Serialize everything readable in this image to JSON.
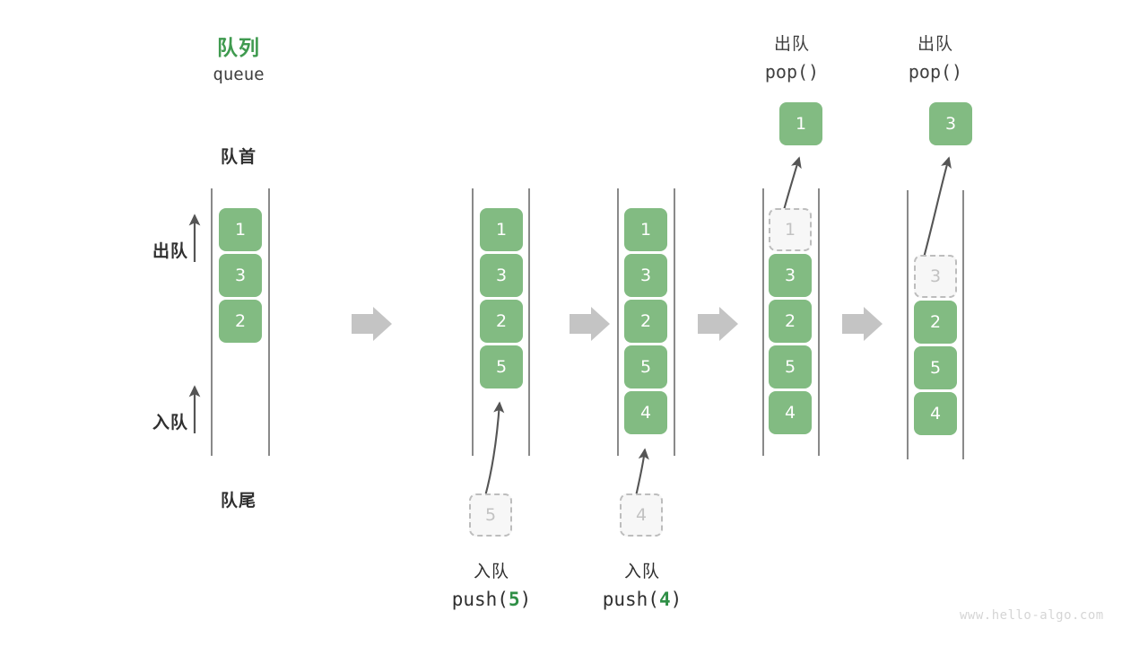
{
  "diagram": {
    "title_cn": "队列",
    "title_en": "queue",
    "front_label": "队首",
    "rear_label": "队尾",
    "dequeue_label": "出队",
    "enqueue_label": "入队",
    "watermark": "www.hello-algo.com",
    "colors": {
      "cell_fill": "#82bb82",
      "cell_text": "#ffffff",
      "ghost_fill": "#f7f7f7",
      "ghost_border": "#bdbdbd",
      "ghost_text": "#c2c2c2",
      "title_green": "#3f9a4f",
      "accent_green": "#2f8f46",
      "rail": "#4a4a4a",
      "flow_arrow": "#c4c4c4",
      "op_arrow": "#555555",
      "text": "#2f2f2f",
      "watermark": "#d5d5d5"
    }
  },
  "steps": [
    {
      "id": "state-initial",
      "head_cn": "",
      "head_code": "",
      "cells": [
        "1",
        "3",
        "2"
      ],
      "ghost_index": -1,
      "caption_cn": "",
      "caption_code_prefix": "",
      "caption_code_value": "",
      "caption_code_suffix": "",
      "floating_value": "",
      "popped_value": ""
    },
    {
      "id": "state-after-push-5",
      "head_cn": "",
      "head_code": "",
      "cells": [
        "1",
        "3",
        "2",
        "5"
      ],
      "ghost_index": -1,
      "caption_cn": "入队",
      "caption_code_prefix": "push(",
      "caption_code_value": "5",
      "caption_code_suffix": ")",
      "floating_value": "5",
      "popped_value": ""
    },
    {
      "id": "state-after-push-4",
      "head_cn": "",
      "head_code": "",
      "cells": [
        "1",
        "3",
        "2",
        "5",
        "4"
      ],
      "ghost_index": -1,
      "caption_cn": "入队",
      "caption_code_prefix": "push(",
      "caption_code_value": "4",
      "caption_code_suffix": ")",
      "floating_value": "4",
      "popped_value": ""
    },
    {
      "id": "state-pop-1",
      "head_cn": "出队",
      "head_code": "pop()",
      "cells": [
        "1",
        "3",
        "2",
        "5",
        "4"
      ],
      "ghost_index": 0,
      "caption_cn": "",
      "caption_code_prefix": "",
      "caption_code_value": "",
      "caption_code_suffix": "",
      "floating_value": "",
      "popped_value": "1"
    },
    {
      "id": "state-pop-3",
      "head_cn": "出队",
      "head_code": "pop()",
      "cells": [
        "3",
        "2",
        "5",
        "4"
      ],
      "ghost_index": 0,
      "caption_cn": "",
      "caption_code_prefix": "",
      "caption_code_value": "",
      "caption_code_suffix": "",
      "floating_value": "",
      "popped_value": "3"
    }
  ],
  "flow_arrows": 4
}
